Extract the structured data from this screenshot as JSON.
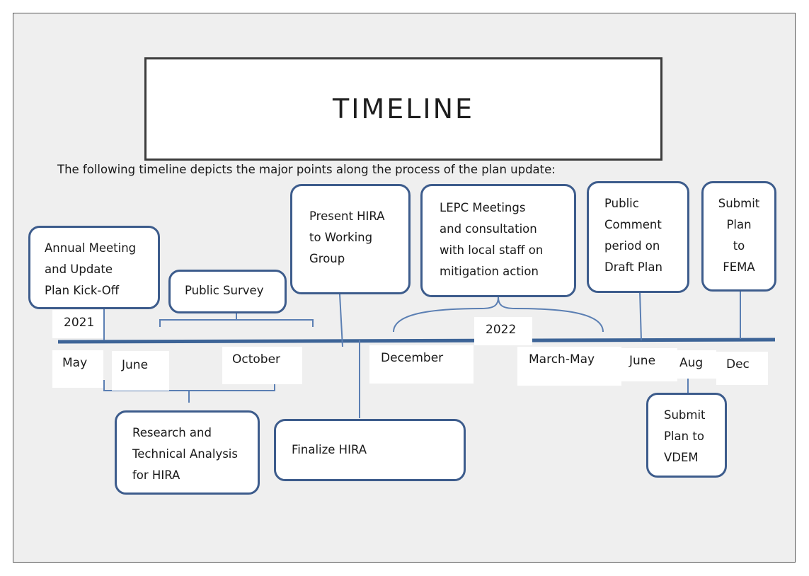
{
  "title": "TIMELINE",
  "intro": "The following timeline depicts the major points along the process of the plan update:",
  "years": [
    {
      "id": "2021",
      "text": "2021"
    },
    {
      "id": "2022",
      "text": "2022"
    }
  ],
  "months": [
    "May",
    "June",
    "October",
    "December",
    "March-May",
    "June",
    "Aug",
    "Dec"
  ],
  "milestones": {
    "kickoff": "Annual Meeting\nand Update\nPlan Kick-Off",
    "public_survey": "Public Survey",
    "present_hira": "Present HIRA\nto Working\nGroup",
    "lepc": "LEPC Meetings\nand consultation\nwith local staff on\nmitigation action",
    "public_comment": "Public\nComment\nperiod on\nDraft Plan",
    "submit_fema": "Submit\nPlan\nto\nFEMA",
    "research": "Research and\nTechnical Analysis\nfor HIRA",
    "finalize_hira": "Finalize HIRA",
    "submit_vdem": "Submit\nPlan to\nVDEM"
  },
  "colors": {
    "box_border": "#3d5c8c",
    "axis": "#3d6497",
    "connector": "#5b7fb3",
    "background": "#efefef"
  }
}
